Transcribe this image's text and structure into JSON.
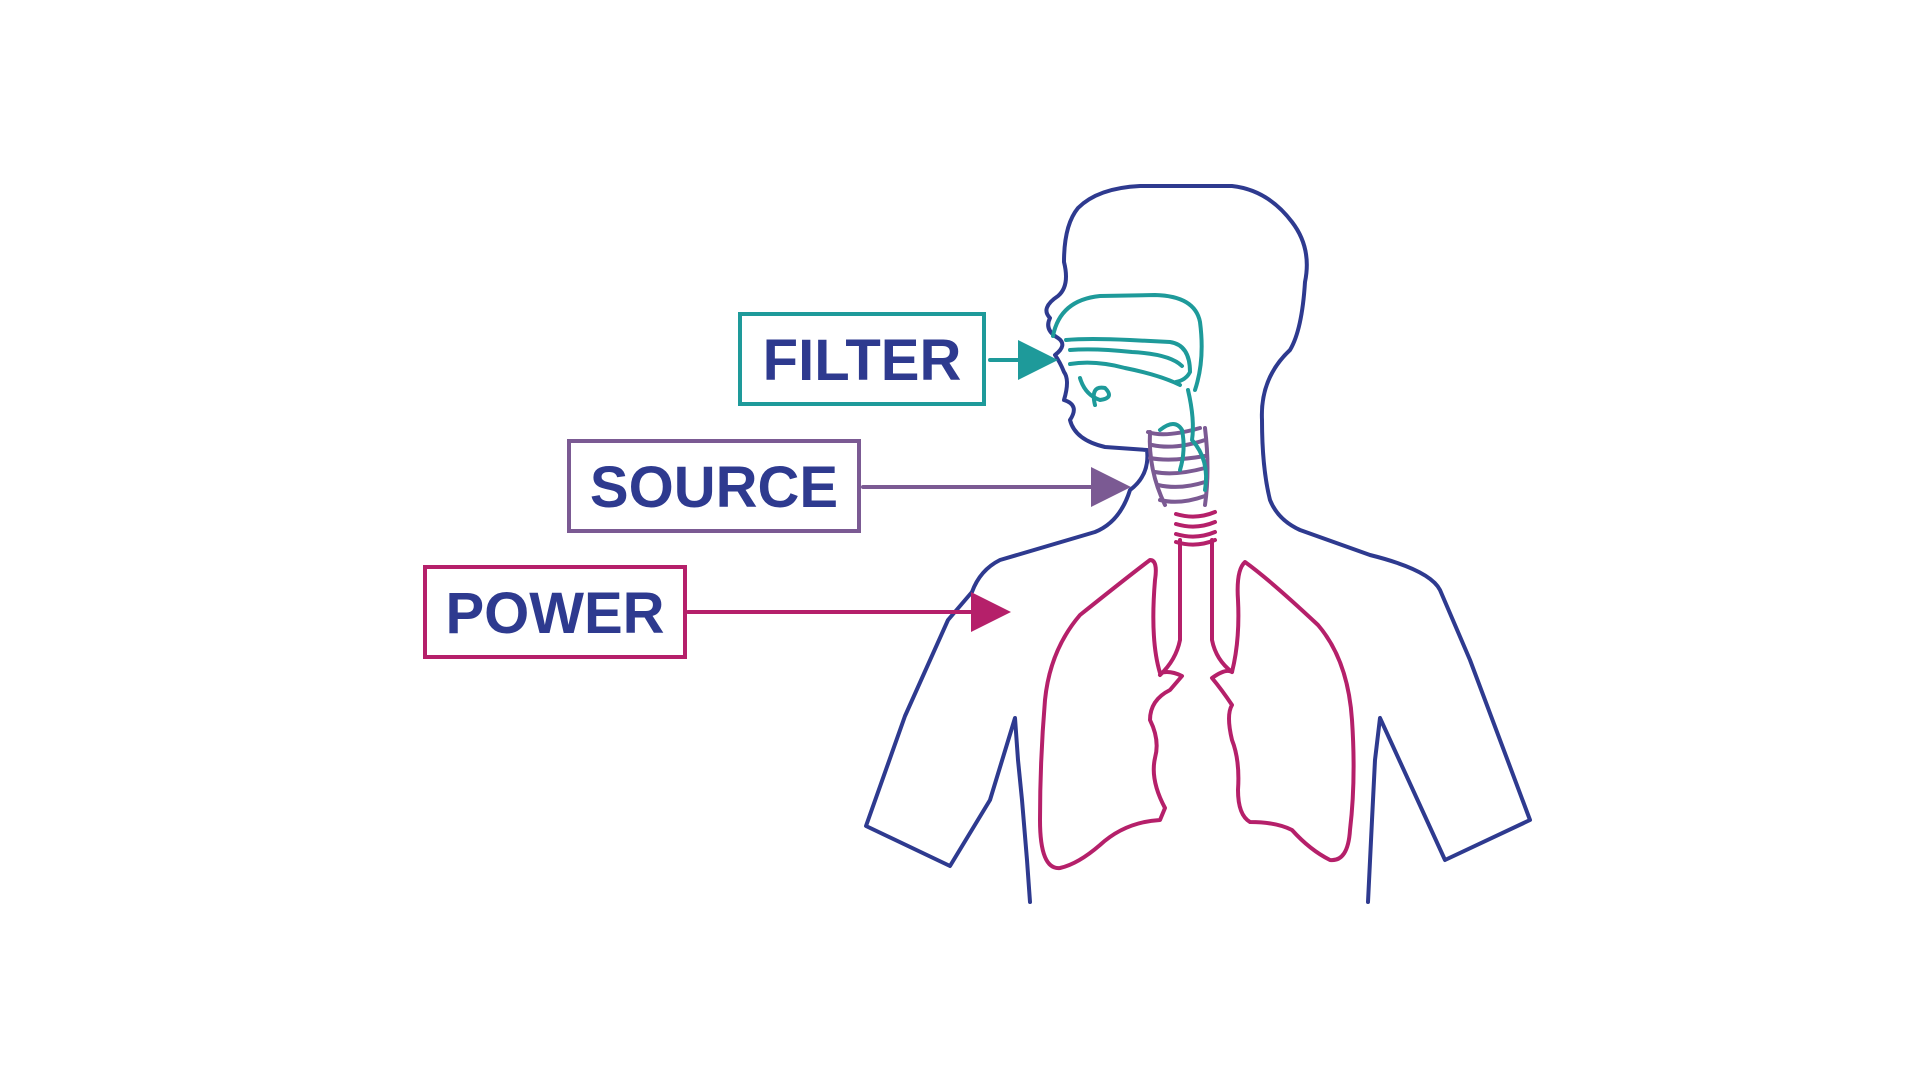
{
  "colors": {
    "body_outline": "#2E3A8F",
    "filter": "#1E9A9A",
    "source": "#7B5A93",
    "power": "#B5206A",
    "label_text": "#2E3A8F",
    "background": "#FFFFFF"
  },
  "labels": {
    "filter": "FILTER",
    "source": "SOURCE",
    "power": "POWER"
  }
}
